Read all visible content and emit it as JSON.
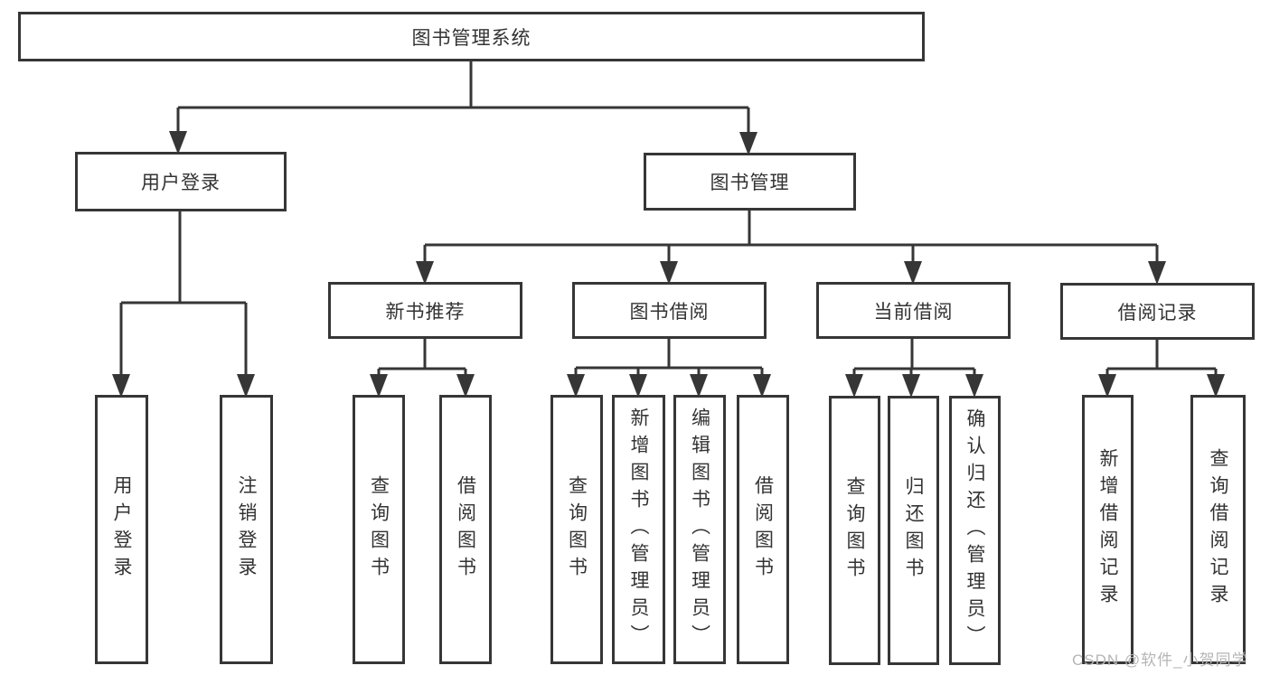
{
  "colors": {
    "line": "#363636",
    "box_border": "#363636",
    "box_bg": "#ffffff",
    "text": "#333333",
    "watermark": "#b5b5b5"
  },
  "watermark": {
    "text": "CSDN @软件_小贺同学"
  },
  "tree": {
    "label": "图书管理系统",
    "children": [
      {
        "label": "用户登录",
        "children": [
          {
            "label": "用户登录"
          },
          {
            "label": "注销登录"
          }
        ]
      },
      {
        "label": "图书管理",
        "children": [
          {
            "label": "新书推荐",
            "children": [
              {
                "label": "查询图书"
              },
              {
                "label": "借阅图书"
              }
            ]
          },
          {
            "label": "图书借阅",
            "children": [
              {
                "label": "查询图书"
              },
              {
                "label": "新增图书（管理员）"
              },
              {
                "label": "编辑图书（管理员）"
              },
              {
                "label": "借阅图书"
              }
            ]
          },
          {
            "label": "当前借阅",
            "children": [
              {
                "label": "查询图书"
              },
              {
                "label": "归还图书"
              },
              {
                "label": "确认归还（管理员）"
              }
            ]
          },
          {
            "label": "借阅记录",
            "children": [
              {
                "label": "新增借阅记录"
              },
              {
                "label": "查询借阅记录"
              }
            ]
          }
        ]
      }
    ]
  }
}
